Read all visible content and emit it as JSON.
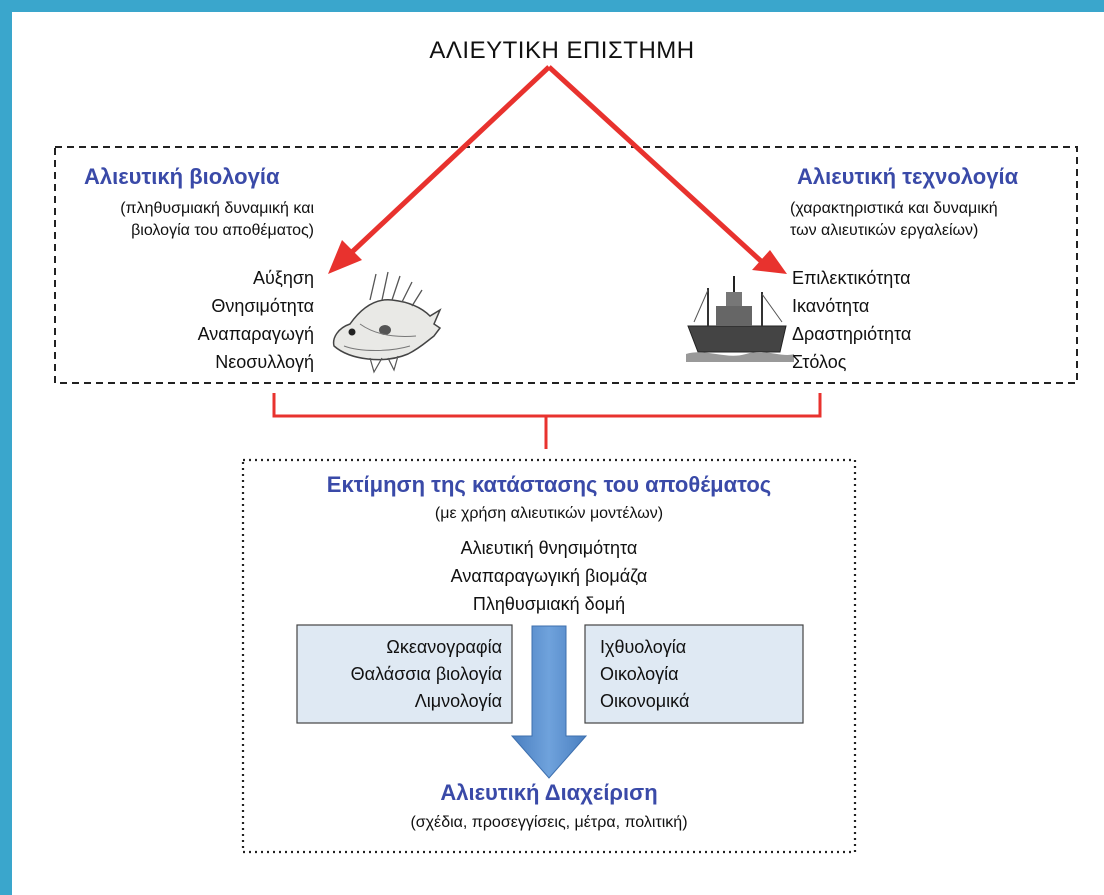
{
  "title": "ΑΛΙΕΥΤΙΚΗ ΕΠΙΣΤΗΜΗ",
  "biology": {
    "heading": "Αλιευτική βιολογία",
    "subtitle_line1": "(πληθυσμιακή δυναμική και",
    "subtitle_line2": "βιολογία του αποθέματος)",
    "items": [
      "Αύξηση",
      "Θνησιμότητα",
      "Αναπαραγωγή",
      "Νεοσυλλογή"
    ]
  },
  "technology": {
    "heading": "Αλιευτική τεχνολογία",
    "subtitle_line1": "(χαρακτηριστικά και δυναμική",
    "subtitle_line2": "των αλιευτικών εργαλείων)",
    "items": [
      "Επιλεκτικότητα",
      "Ικανότητα",
      "Δραστηριότητα",
      "Στόλος"
    ]
  },
  "assessment": {
    "heading": "Εκτίμηση της κατάστασης του αποθέματος",
    "subtitle": "(με χρήση αλιευτικών μοντέλων)",
    "items": [
      "Αλιευτική θνησιμότητα",
      "Αναπαραγωγική βιομάζα",
      "Πληθυσμιακή δομή"
    ]
  },
  "left_box": [
    "Ωκεανογραφία",
    "Θαλάσσια βιολογία",
    "Λιμνολογία"
  ],
  "right_box": [
    "Ιχθυολογία",
    "Οικολογία",
    "Οικονομικά"
  ],
  "management": {
    "heading": "Αλιευτική Διαχείριση",
    "subtitle": "(σχέδια, προσεγγίσεις, μέτρα, πολιτική)"
  },
  "colors": {
    "frame": "#3aa6cc",
    "heading_blue": "#3a4aa8",
    "arrow_red": "#e8322e",
    "box_fill": "#dfe9f3",
    "arrow_blue": "#5b8fcc"
  }
}
